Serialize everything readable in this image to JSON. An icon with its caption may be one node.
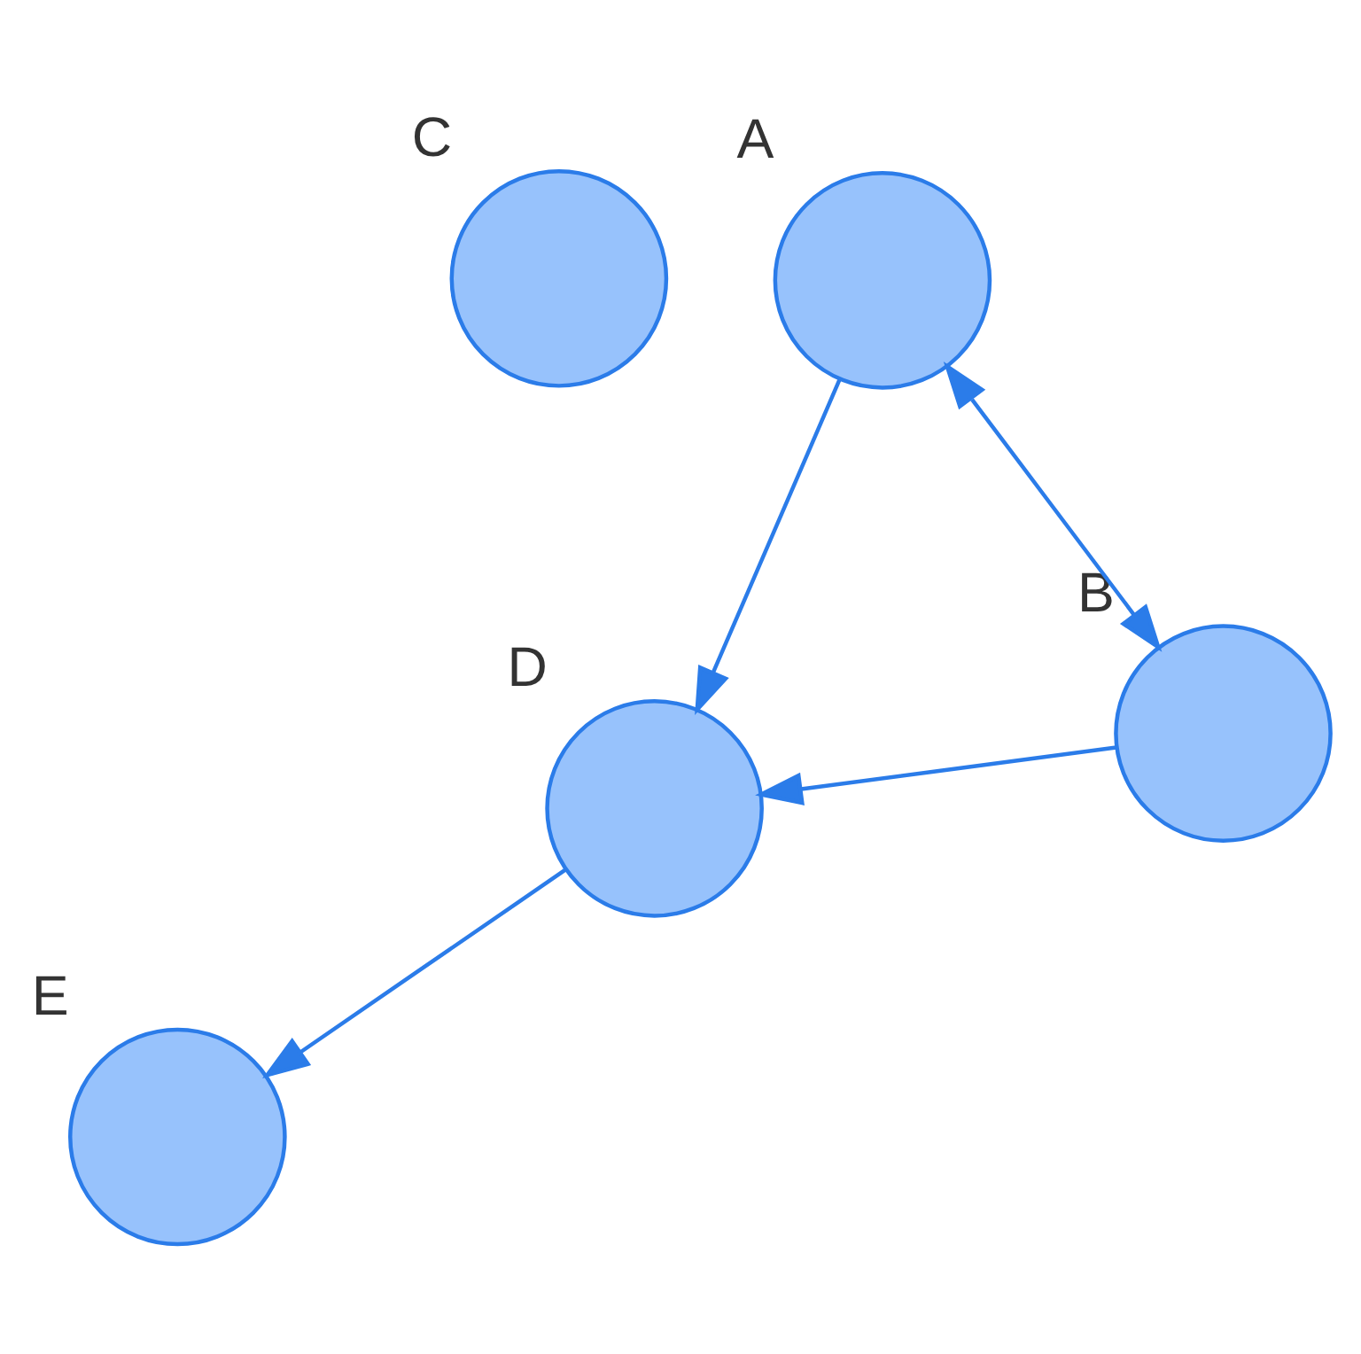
{
  "diagram": {
    "nodes": [
      {
        "text": [
          "E"
        ]
      },
      {
        "text": [
          "B"
        ]
      },
      {
        "text": [
          "C"
        ]
      },
      {
        "text": [
          "D"
        ]
      },
      {
        "text": [
          "A"
        ]
      }
    ],
    "edges": [
      {
        "from": 1,
        "to": 4,
        "arrow": "both"
      },
      {
        "from": 4,
        "to": 3,
        "arrow": "to"
      },
      {
        "from": 1,
        "to": 3,
        "arrow": "to"
      },
      {
        "from": 3,
        "to": 0,
        "arrow": "to"
      }
    ]
  }
}
